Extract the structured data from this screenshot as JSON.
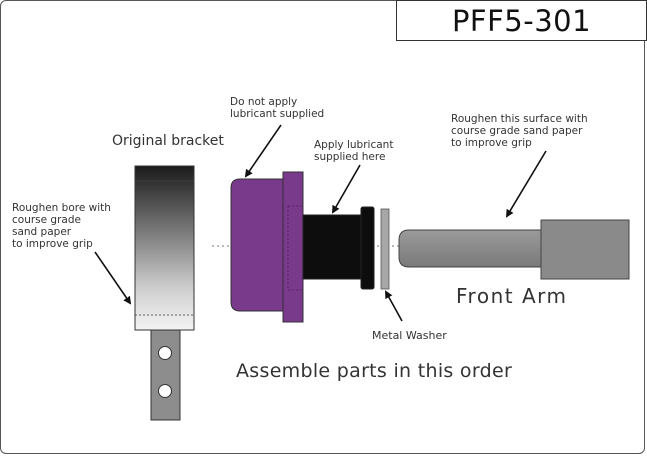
{
  "title": "PFF5-301",
  "labels": {
    "original_bracket": "Original bracket",
    "roughen_bore": "Roughen bore with\ncourse grade\nsand paper\nto improve grip",
    "do_not_apply": "Do not apply\nlubricant supplied",
    "apply_lubricant": "Apply lubricant\nsupplied here",
    "roughen_surface": "Roughen this surface with\ncourse grade sand paper\nto improve grip",
    "front_arm": "Front Arm",
    "metal_washer": "Metal Washer",
    "assemble_order": "Assemble parts in this order"
  },
  "colors": {
    "bush_purple": "#7a3a8c",
    "bush_purple_dark": "#5e2a6e",
    "sleeve_black": "#0d0d0d",
    "washer_grey": "#a7a7a7",
    "arm_grey": "#8a8a8a",
    "bracket_grey": "#8d8d8d"
  }
}
